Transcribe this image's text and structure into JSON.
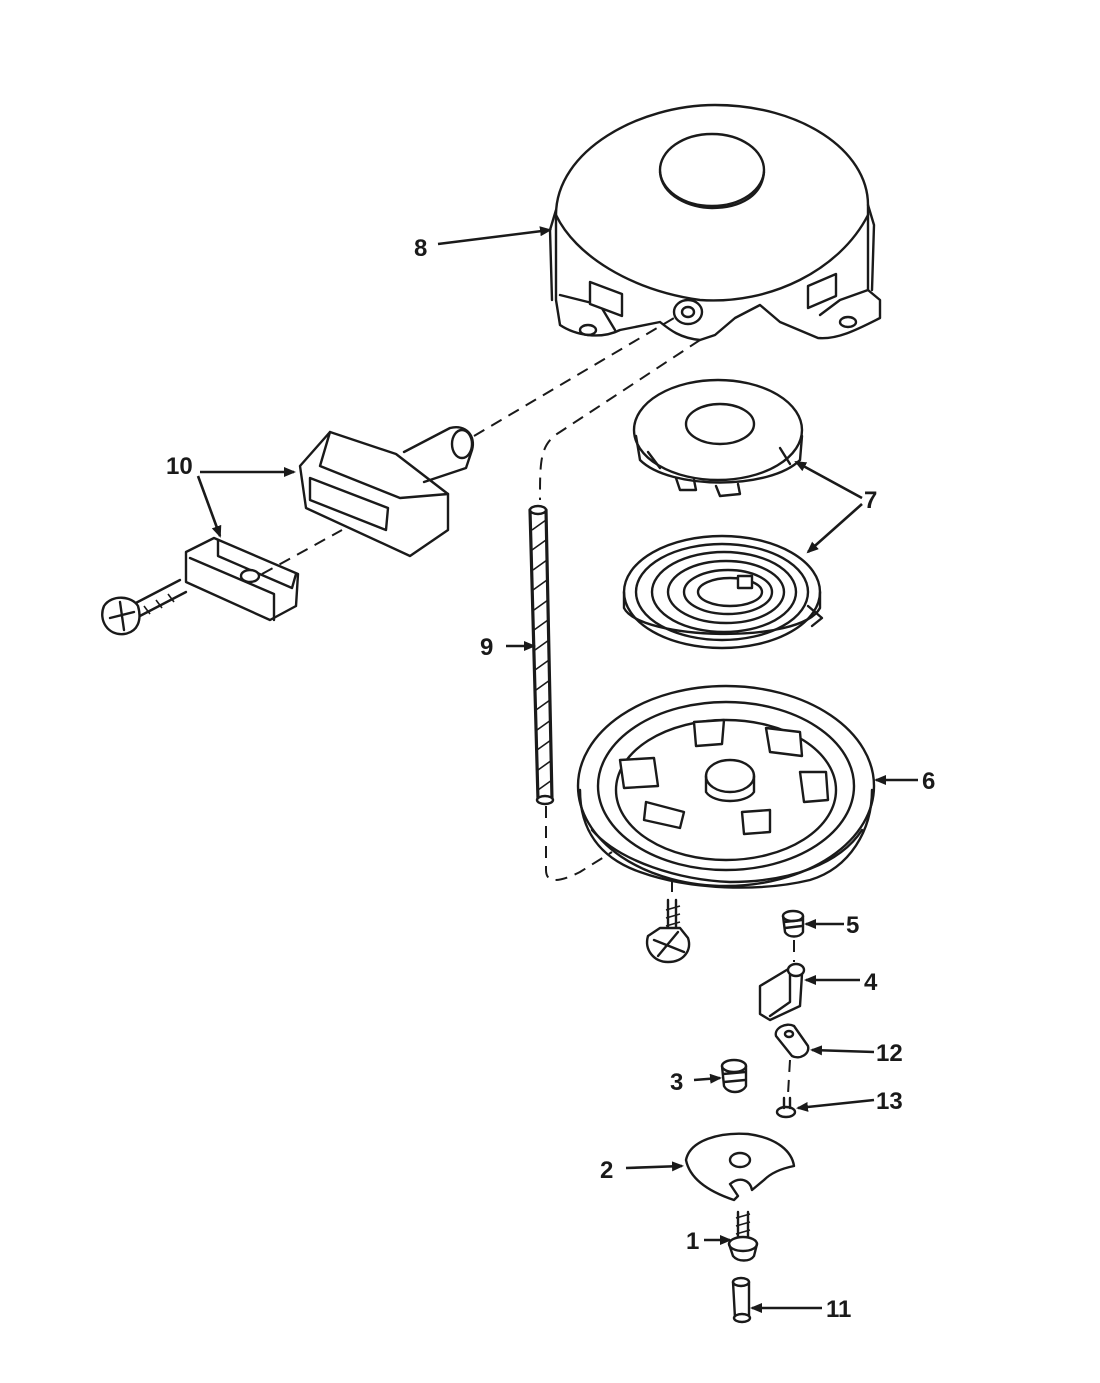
{
  "callouts": {
    "c1": "1",
    "c2": "2",
    "c3": "3",
    "c4": "4",
    "c5": "5",
    "c6": "6",
    "c7": "7",
    "c8": "8",
    "c9": "9",
    "c10": "10",
    "c11": "11",
    "c12": "12",
    "c13": "13"
  },
  "colors": {
    "ink": "#1a1a1a",
    "paper": "#ffffff"
  }
}
